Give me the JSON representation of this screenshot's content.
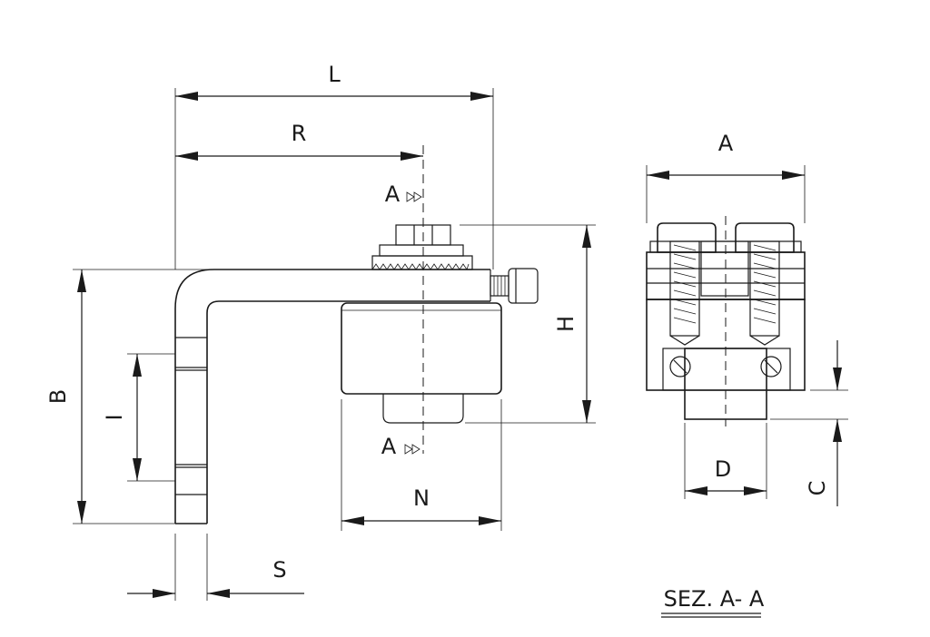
{
  "dimensions": {
    "L": "L",
    "R": "R",
    "A_top": "A",
    "A_bottom": "A",
    "H": "H",
    "B": "B",
    "I": "I",
    "N": "N",
    "S": "S",
    "A_section": "A",
    "D": "D",
    "C": "C"
  },
  "section_title": "SEZ. A- A"
}
